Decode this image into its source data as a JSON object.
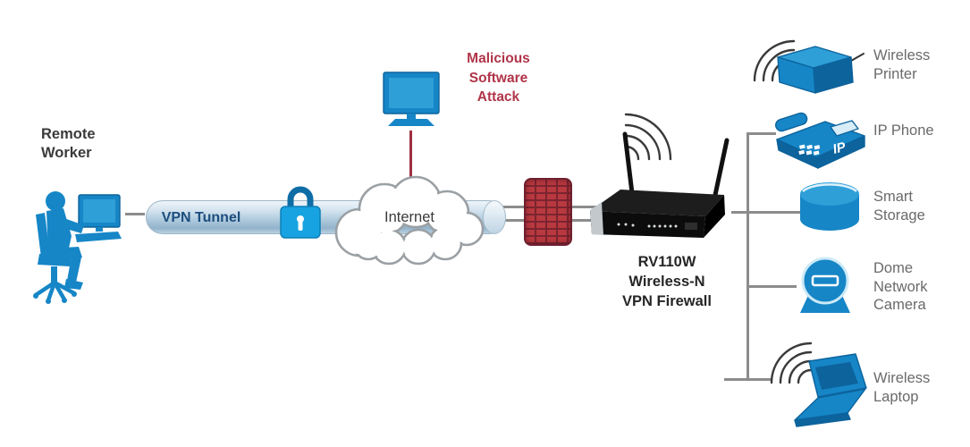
{
  "title": "RV110W Wireless-N VPN Firewall network diagram",
  "colors": {
    "icon_blue": "#1686c7",
    "icon_blue_light": "#2f9fd8",
    "icon_blue_deep": "#0d639c",
    "lock_blue": "#17a3e1",
    "lock_shackle": "#0f6da6",
    "tube_text_navy": "#1d4e7e",
    "malicious_red": "#b03449",
    "attack_line_red": "#9e3040",
    "brick_red": "#b8393f",
    "brick_mortar": "#7c2430",
    "line_gray": "#8c8c8c",
    "wave_gray": "#3a3a3a",
    "label_gray": "#6a6a6a",
    "title_dark": "#3a3a3a",
    "cloud_stroke": "#9aa0a4"
  },
  "left": {
    "remote_worker_label": "Remote\nWorker",
    "icon": "remote-worker-at-computer"
  },
  "tunnel": {
    "label": "VPN Tunnel",
    "icon": "padlock"
  },
  "cloud": {
    "label": "Internet",
    "icon": "cloud"
  },
  "attack": {
    "label": "Malicious\nSoftware\nAttack",
    "icon": "attacker-computer"
  },
  "firewall": {
    "icon": "brick-firewall"
  },
  "router": {
    "label": "RV110W\nWireless-N\nVPN Firewall",
    "icon": "wireless-router"
  },
  "devices": [
    {
      "label": "Wireless\nPrinter",
      "icon": "wireless-printer",
      "wireless": true
    },
    {
      "label": "IP Phone",
      "icon": "ip-phone",
      "badge": "IP",
      "wireless": false
    },
    {
      "label": "Smart\nStorage",
      "icon": "storage-cylinder",
      "wireless": false
    },
    {
      "label": "Dome\nNetwork\nCamera",
      "icon": "dome-camera",
      "wireless": false
    },
    {
      "label": "Wireless\nLaptop",
      "icon": "wireless-laptop",
      "wireless": true
    }
  ]
}
